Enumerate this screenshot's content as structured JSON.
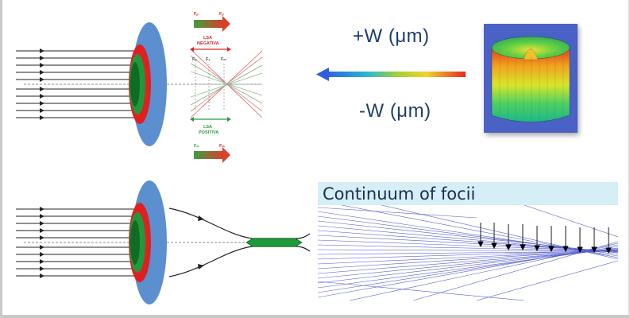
{
  "labels": {
    "plus_w": "+W (μm)",
    "minus_w": "-W (μm)",
    "continuum": "Continuum of focii",
    "lsa_neg": "LSA",
    "negativa": "NEGATIVA",
    "lsa_pos": "LSA",
    "positiva": "POSITIVA",
    "fp_top": "Fₚ",
    "fp_top2": "Fₚ",
    "fm_bottom": "Fₘ",
    "fm_bottom2": "Fₘ",
    "f_p": "Fₚ",
    "f_1": "F₁",
    "f_m": "Fₘ"
  },
  "colors": {
    "lens_blue": "#5b8fd0",
    "lens_red": "#e02020",
    "lens_green": "#1f9a3a",
    "neg_red": "#d42a2a",
    "pos_green": "#2a9a3a",
    "arrow_start": "#e8281e",
    "arrow_end": "#2c5fe0",
    "focii_bg": "#d6eef6",
    "ray_blue": "#3a45c8"
  }
}
